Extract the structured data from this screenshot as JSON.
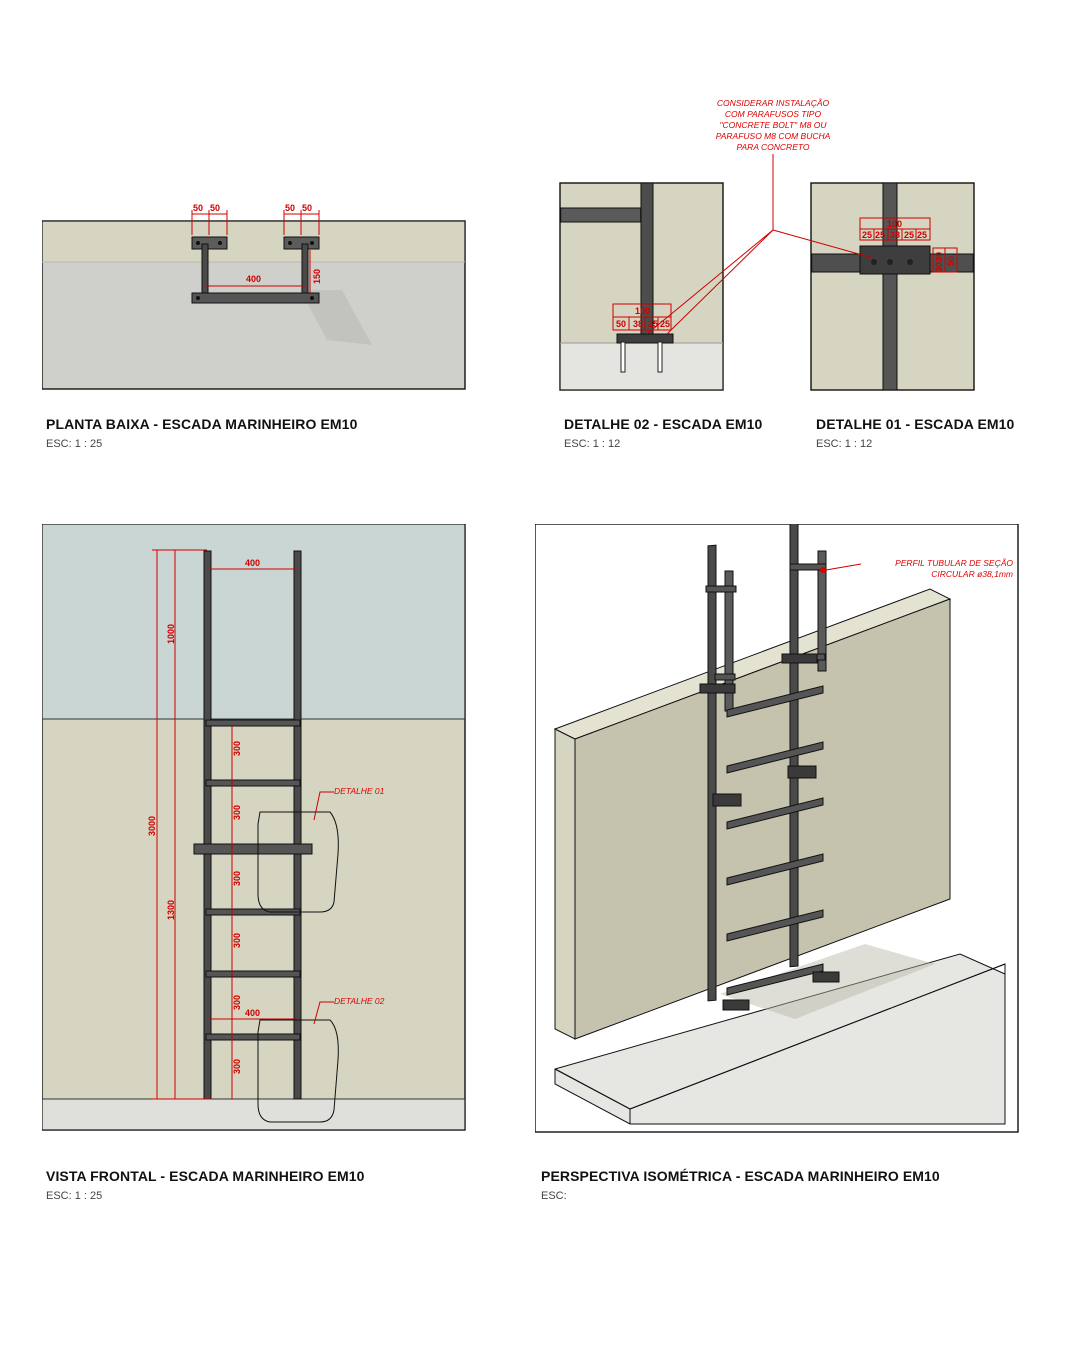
{
  "views": {
    "plan": {
      "title": "PLANTA BAIXA - ESCADA MARINHEIRO EM10",
      "scale": "ESC:  1 : 25"
    },
    "detail02": {
      "title": "DETALHE 02 - ESCADA EM10",
      "scale": "ESC: 1 : 12"
    },
    "detail01": {
      "title": "DETALHE 01 - ESCADA EM10",
      "scale": "ESC: 1 : 12"
    },
    "front": {
      "title": "VISTA FRONTAL - ESCADA MARINHEIRO EM10",
      "scale": "ESC:  1 : 25"
    },
    "iso": {
      "title": "PERSPECTIVA ISOMÉTRICA - ESCADA MARINHEIRO EM10",
      "scale": "ESC:"
    }
  },
  "notes": {
    "install_line1": "CONSIDERAR INSTALAÇÃO",
    "install_line2": "COM PARAFUSOS TIPO",
    "install_line3": "\"CONCRETE BOLT\" M8 OU",
    "install_line4": "PARAFUSO M8 COM BUCHA",
    "install_line5": "PARA CONCRETO",
    "profile_line1": "PERFIL TUBULAR DE SEÇÃO",
    "profile_line2": "CIRCULAR ø38,1mm",
    "detail01_ref": "DETALHE 01",
    "detail02_ref": "DETALHE 02"
  },
  "dimensions": {
    "plan_width": "400",
    "plan_depth": "150",
    "plan_left_a": "50",
    "plan_left_b": "50",
    "plan_right_a": "50",
    "plan_right_b": "50",
    "d02_total": "100",
    "d02_a": "50",
    "d02_b": "38",
    "d02_c": "25",
    "d02_d": "25",
    "d01_total": "100",
    "d01_a": "25",
    "d01_b": "25",
    "d01_c": "38",
    "d01_d": "25",
    "d01_e": "25",
    "d01_h1": "30",
    "d01_h2": "30",
    "d01_h3": "50",
    "front_width": "400",
    "front_upper": "1000",
    "front_total": "3000",
    "front_lower": "1300",
    "front_step1": "300",
    "front_step2": "300",
    "front_step3": "300",
    "front_step4": "300",
    "front_step5": "300",
    "front_step6": "300",
    "front_low_width": "400"
  }
}
